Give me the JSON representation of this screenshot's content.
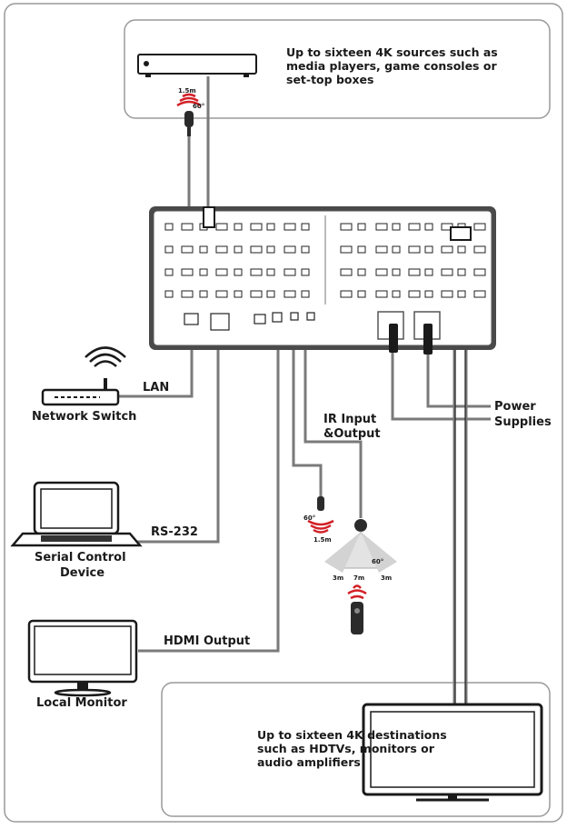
{
  "sources_text": "Up to sixteen 4K sources such as media players, game consoles or set-top boxes",
  "destinations_text": "Up to sixteen 4K destinations such as HDTVs, monitors or audio amplifiers",
  "labels": {
    "lan": "LAN",
    "network_switch": "Network Switch",
    "rs232": "RS-232",
    "serial_control_line1": "Serial Control",
    "serial_control_line2": "Device",
    "hdmi_output": "HDMI Output",
    "local_monitor": "Local Monitor",
    "ir_line1": "IR Input",
    "ir_line2": "&Output",
    "power_line1": "Power",
    "power_line2": "Supplies"
  },
  "ir_emitter": {
    "distance": "1.5m",
    "angle": "60°"
  },
  "ir_receiver": {
    "distance": "1.5m",
    "angle": "60°"
  },
  "ir_remote_range": {
    "angle": "60°",
    "left": "3m",
    "center": "7m",
    "right": "3m"
  },
  "colors": {
    "line": "#7a7a7a",
    "ir_red": "#d22027",
    "device_dark": "#2b2b2b",
    "box_border": "#9a9a9a"
  },
  "icons": [
    "blu-ray-player-icon",
    "ir-wave-icon",
    "wifi-router-icon",
    "laptop-icon",
    "monitor-icon",
    "tv-icon",
    "remote-control-icon",
    "matrix-switcher-icon",
    "power-plug-icon"
  ]
}
